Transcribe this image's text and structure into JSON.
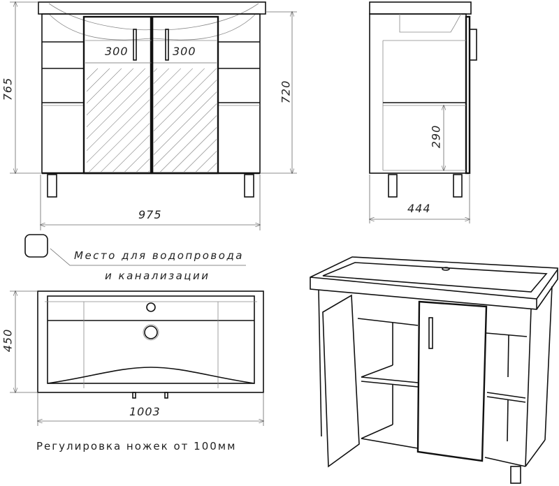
{
  "drawing": {
    "title": "Vanity cabinet with washbasin — technical drawing",
    "units": "mm",
    "front_view": {
      "overall_height": "765",
      "cabinet_height": "720",
      "width": "975",
      "door_width_left": "300",
      "door_width_right": "300"
    },
    "side_view": {
      "depth": "444",
      "shelf_height": "290"
    },
    "top_view": {
      "depth": "450",
      "width": "1003"
    },
    "legend": {
      "symbol": "hatched-square",
      "line1": "Место для водопровода",
      "line2": "и канализации"
    },
    "footnote": "Регулировка ножек от 100мм",
    "colors": {
      "line": "#111111",
      "dimension": "#666666",
      "background": "#ffffff"
    }
  }
}
